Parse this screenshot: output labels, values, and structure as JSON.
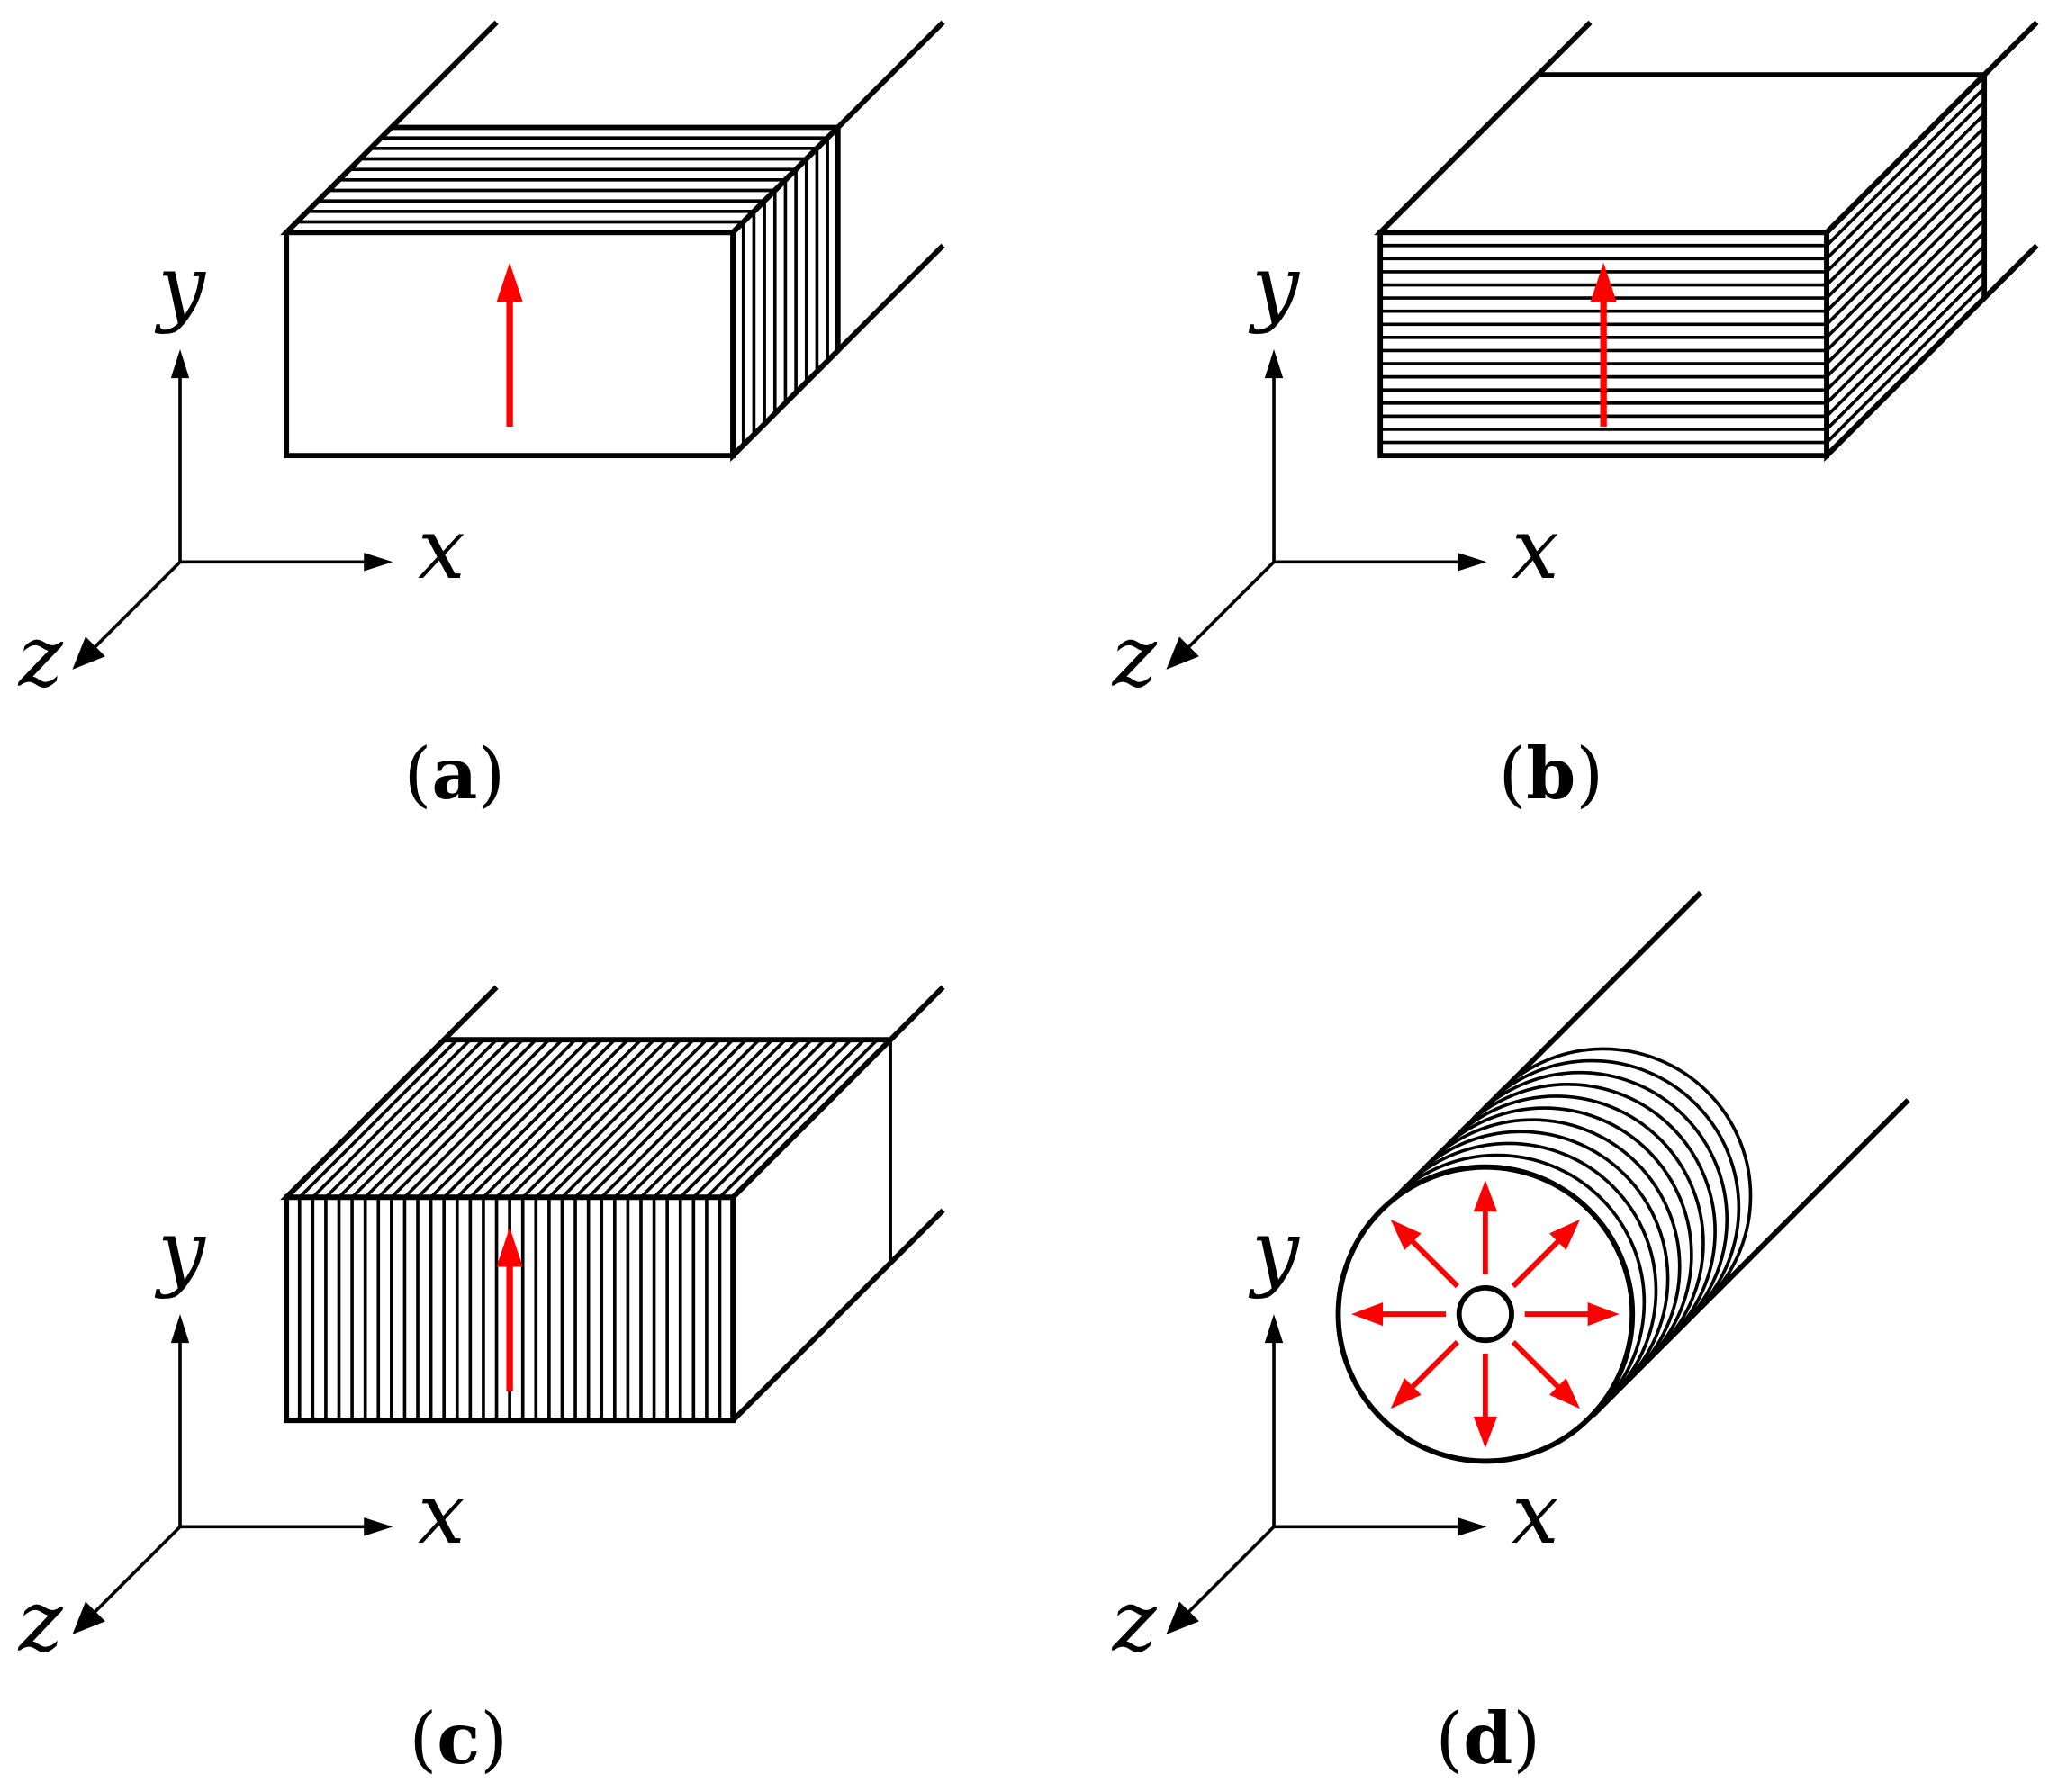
{
  "axes": {
    "x_label": "x",
    "y_label": "y",
    "z_label": "z"
  },
  "panels": [
    {
      "id": "a",
      "caption_open": "(",
      "caption_letter": "a",
      "caption_close": ")",
      "lamination": "horizontal-top, vertical-side",
      "field": "single-up"
    },
    {
      "id": "b",
      "caption_open": "(",
      "caption_letter": "b",
      "caption_close": ")",
      "lamination": "horizontal-front-and-side",
      "field": "single-up"
    },
    {
      "id": "c",
      "caption_open": "(",
      "caption_letter": "c",
      "caption_close": ")",
      "lamination": "vertical-front-and-top",
      "field": "single-up"
    },
    {
      "id": "d",
      "caption_open": "(",
      "caption_letter": "d",
      "caption_close": ")",
      "lamination": "stacked-discs",
      "field": "radial"
    }
  ],
  "colors": {
    "line": "#000000",
    "field_arrow": "#ff0000",
    "background": "#ffffff"
  }
}
